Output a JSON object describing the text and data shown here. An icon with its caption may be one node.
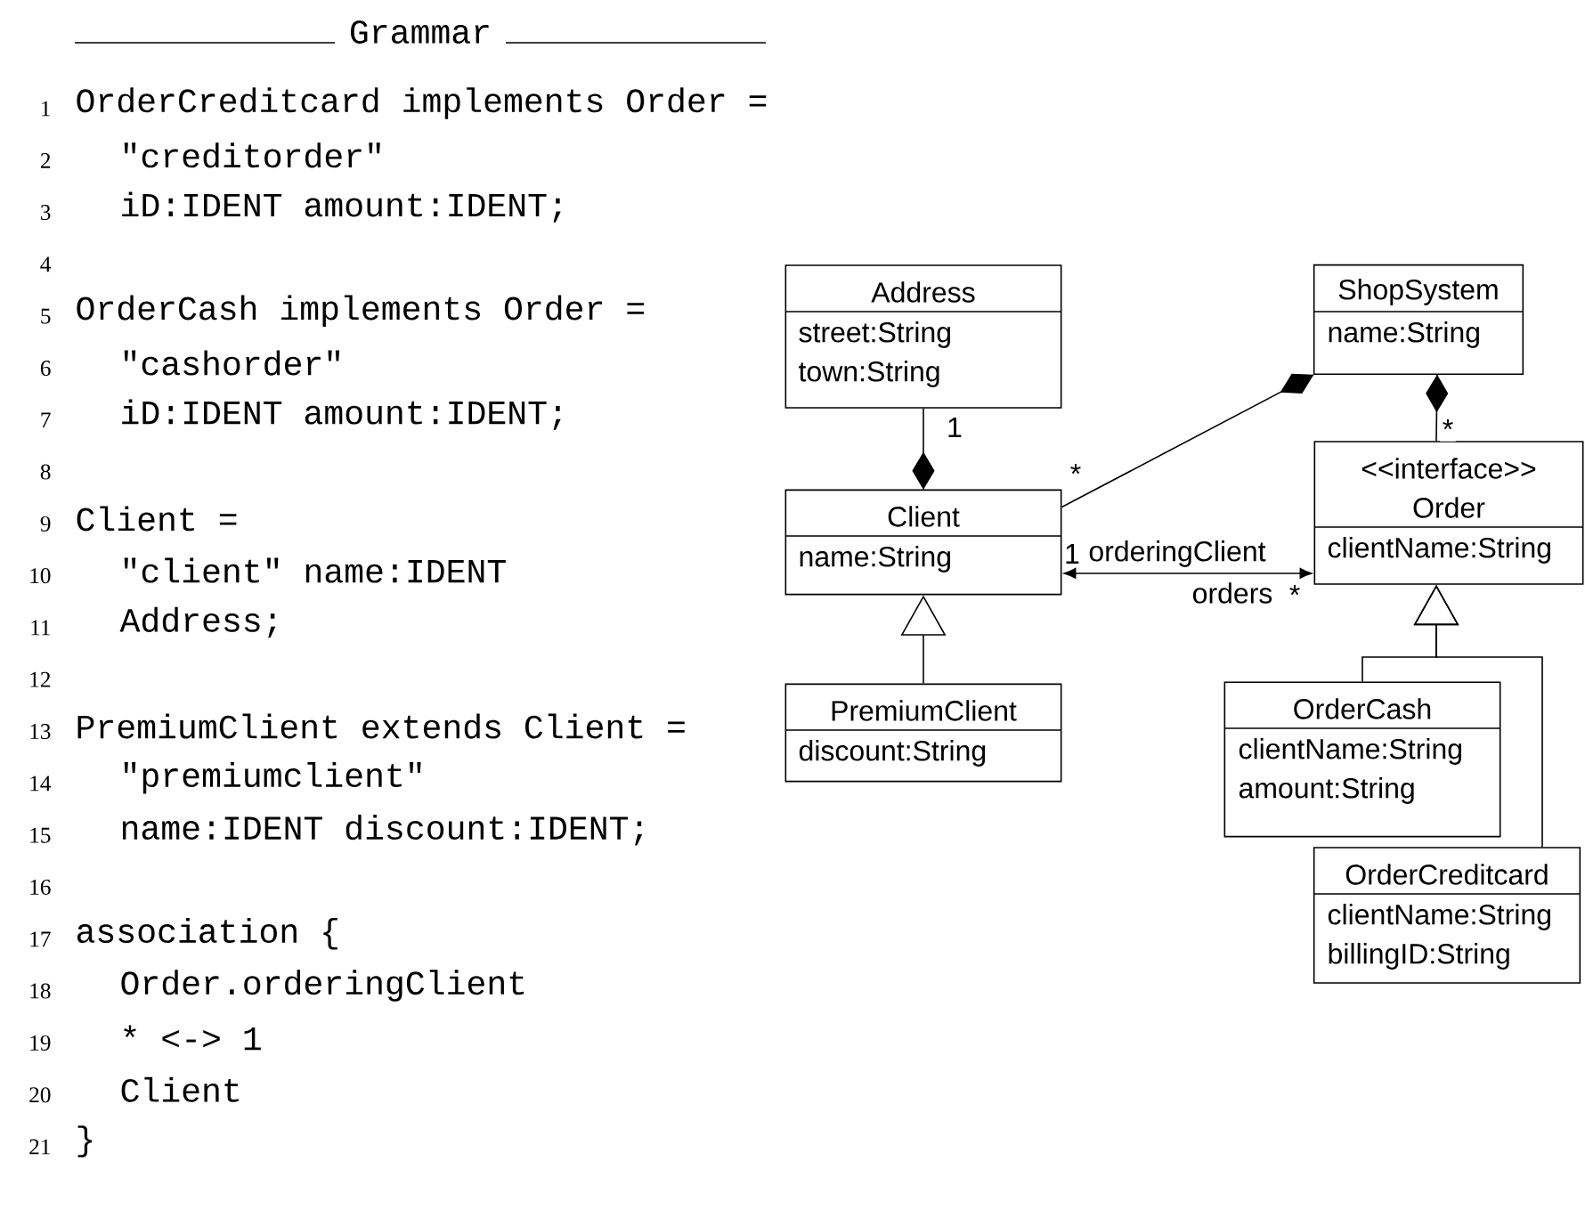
{
  "diagram": {
    "title": "Grammar",
    "nodes": [
      {
        "text": [
          "Address",
          "street:String",
          "town:String"
        ]
      },
      {
        "text": [
          "ShopSystem",
          "name:String"
        ]
      },
      {
        "text": [
          "Client",
          "name:String"
        ]
      },
      {
        "text": [
          "<<interface>>",
          "Order",
          "clientName:String"
        ]
      },
      {
        "text": [
          "PremiumClient",
          "discount:String"
        ]
      },
      {
        "text": [
          "OrderCash",
          "clientName:String",
          "amount:String"
        ]
      },
      {
        "text": [
          "OrderCreditcard",
          "clientName:String",
          "billingID:String"
        ]
      }
    ],
    "edges": [
      {
        "from": 0,
        "to": 2,
        "arrow": "other",
        "label": "1"
      },
      {
        "from": 2,
        "to": 1,
        "arrow": "other",
        "label": "*"
      },
      {
        "from": 3,
        "to": 1,
        "arrow": "other",
        "label": "*"
      },
      {
        "from": 2,
        "to": 3,
        "arrow": "both"
      },
      {
        "from": 4,
        "to": 2,
        "arrow": "to"
      },
      {
        "from": 5,
        "to": 3,
        "arrow": "to"
      },
      {
        "from": 6,
        "to": 3,
        "arrow": "to"
      }
    ],
    "labels": [
      "1",
      "OrderCreditcard implements Order =",
      "2",
      "\"creditorder\"",
      "3",
      "iD:IDENT amount:IDENT;",
      "4",
      "5",
      "OrderCash implements Order =",
      "6",
      "\"cashorder\"",
      "7",
      "iD:IDENT amount:IDENT;",
      "8",
      "9",
      "Client =",
      "10",
      "\"client\" name:IDENT",
      "11",
      "Address;",
      "12",
      "13",
      "PremiumClient extends Client =",
      "14",
      "\"premiumclient\"",
      "15",
      "name:IDENT discount:IDENT;",
      "16",
      "17",
      "association {",
      "18",
      "Order.orderingClient",
      "19",
      "* <-> 1",
      "20",
      "Client",
      "21",
      "}",
      "1",
      "orderingClient",
      "orders",
      "*"
    ]
  }
}
